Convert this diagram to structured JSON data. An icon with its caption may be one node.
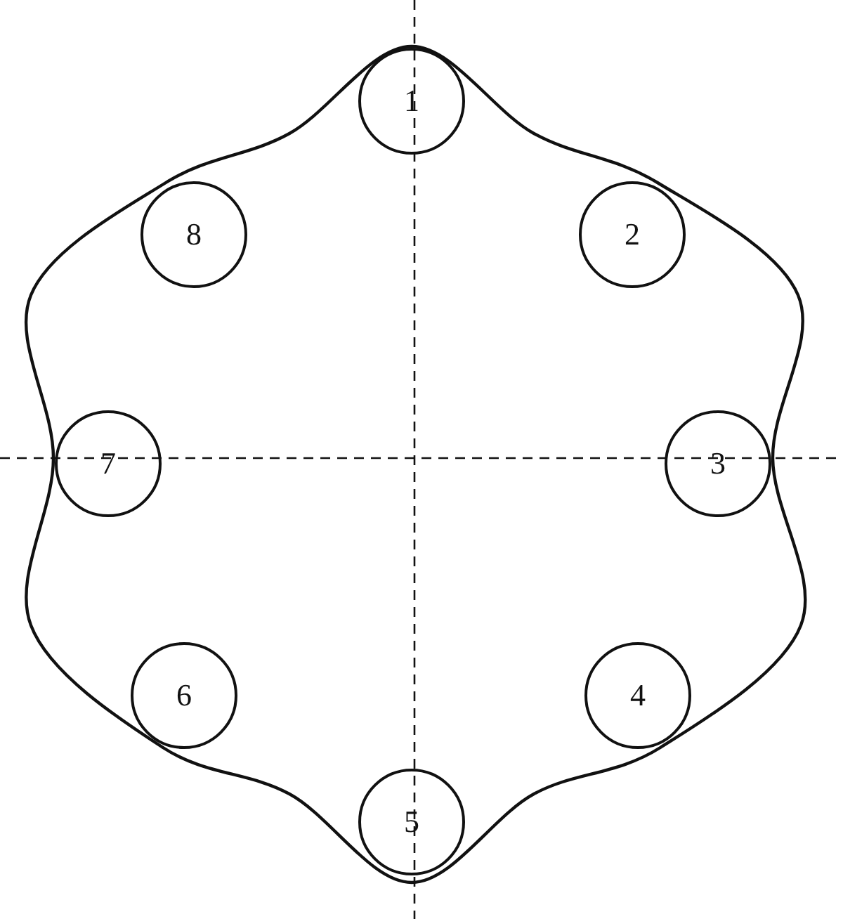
{
  "diagram": {
    "nodes": [
      {
        "text": [
          "1"
        ]
      },
      {
        "text": [
          "8"
        ]
      },
      {
        "text": [
          "2"
        ]
      },
      {
        "text": [
          "7"
        ]
      },
      {
        "text": [
          "3"
        ]
      },
      {
        "text": [
          "6"
        ]
      },
      {
        "text": [
          "4"
        ]
      },
      {
        "text": [
          "5"
        ]
      }
    ]
  }
}
